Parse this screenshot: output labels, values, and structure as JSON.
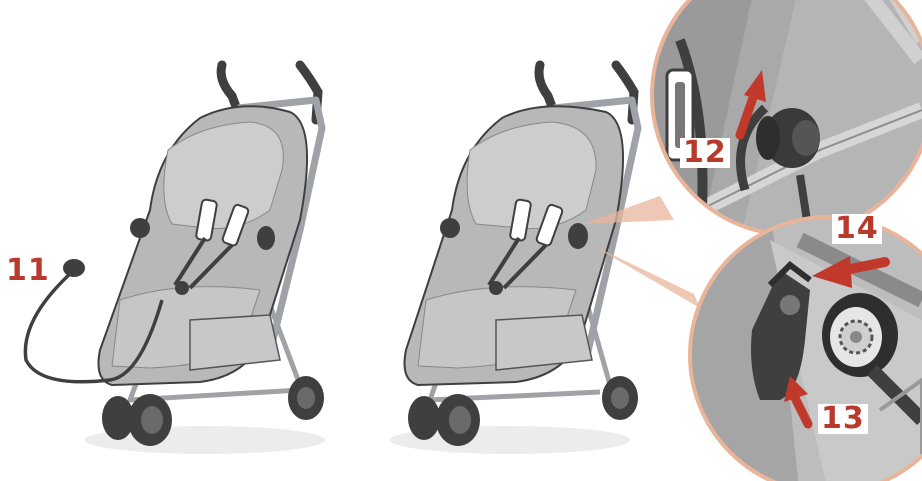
{
  "colors": {
    "accent": "#c1392b",
    "label": "#b83a2c",
    "frame": "#9fa3a7",
    "fabric": "#b8b8b8",
    "fabric_light": "#cdcdcd",
    "dark": "#3f3f3f",
    "zoom_bg": "#a9a9a9",
    "connector": "#e8b59b"
  },
  "steps": [
    {
      "number": "11"
    },
    {
      "number": "12"
    },
    {
      "number": "13"
    },
    {
      "number": "14"
    }
  ]
}
